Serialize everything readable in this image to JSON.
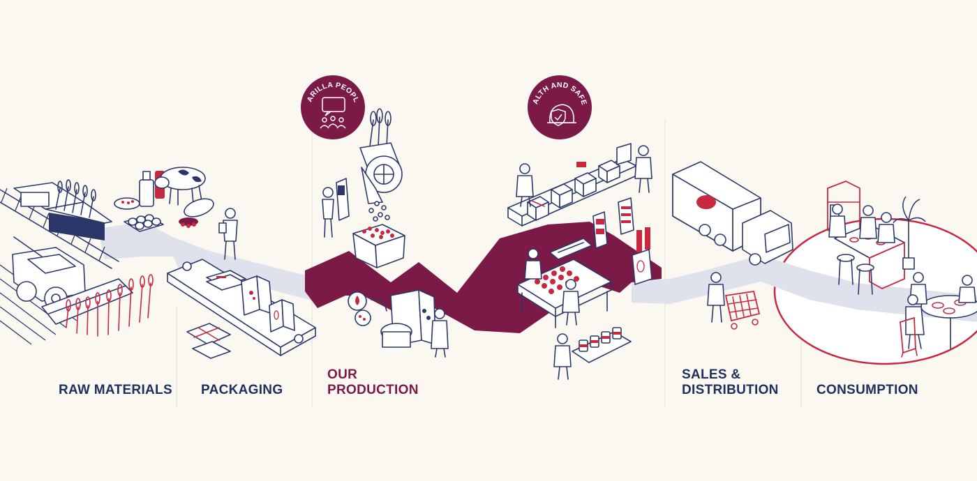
{
  "stages": {
    "raw_materials": "RAW MATERIALS",
    "packaging": "PACKAGING",
    "our_production_line1": "OUR",
    "our_production_line2": "PRODUCTION",
    "sales_line1": "SALES &",
    "sales_line2": "DISTRIBUTION",
    "consumption": "CONSUMPTION"
  },
  "badges": {
    "people": "BARILLA PEOPLE",
    "safety": "HEALTH AND SAFETY"
  },
  "colors": {
    "maroon": "#7b1a47",
    "navy": "#1f2f5c",
    "red": "#c7283f",
    "path_light": "#dfe2ec",
    "background": "#fbf8f2"
  },
  "icons": [
    "wheat-icon",
    "tractor-icon",
    "cow-icon",
    "conveyor-icon",
    "truck-icon",
    "cart-icon",
    "chat-bubble-icon",
    "people-icon",
    "shield-icon",
    "helmet-icon",
    "table-icon",
    "plant-icon"
  ]
}
